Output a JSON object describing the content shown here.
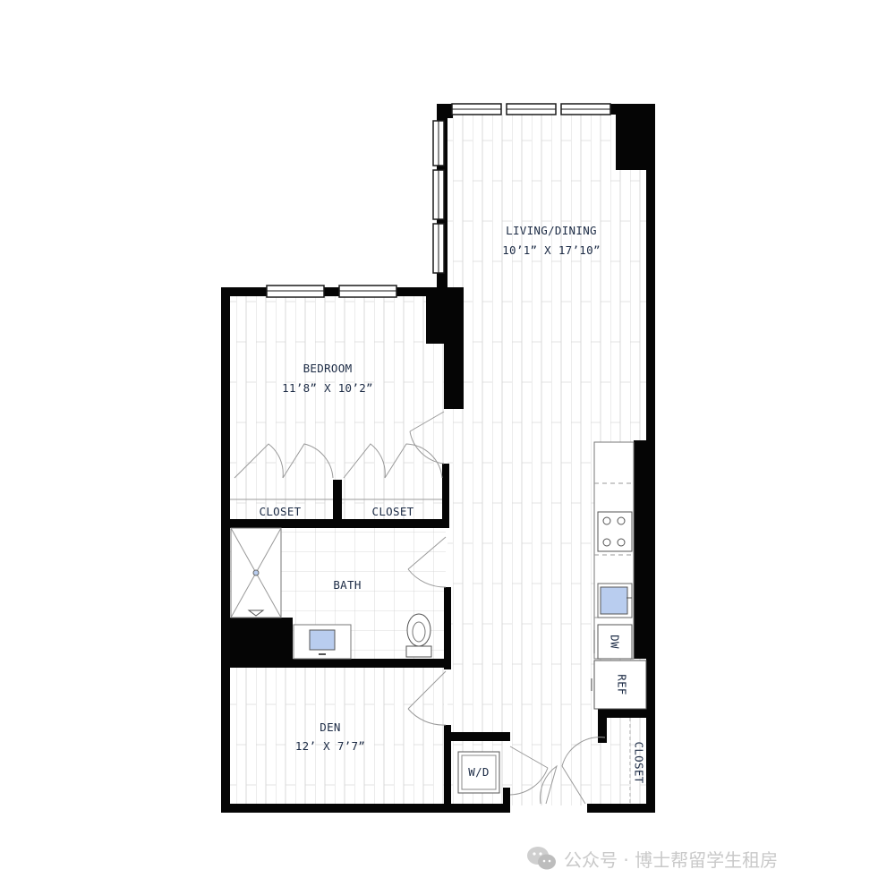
{
  "rooms": {
    "living": {
      "name": "LIVING/DINING",
      "dims": "10’1” X 17’10”"
    },
    "bedroom": {
      "name": "BEDROOM",
      "dims": "11’8” X 10’2”"
    },
    "closet_left": {
      "name": "CLOSET"
    },
    "closet_right": {
      "name": "CLOSET"
    },
    "bath": {
      "name": "BATH"
    },
    "den": {
      "name": "DEN",
      "dims": "12’ X 7’7”"
    },
    "entry_closet": {
      "name": "CLOSET"
    }
  },
  "appliances": {
    "dishwasher": "DW",
    "refrigerator": "REF",
    "washer_dryer": "W/D"
  },
  "watermark": {
    "icon": "wechat-icon",
    "text": "公众号 · 博士帮留学生租房"
  },
  "colors": {
    "wall": "#050505",
    "floor_lines": "#c8c8c8",
    "label": "#1c2b45",
    "fixture_blue": "#b9cdef"
  }
}
